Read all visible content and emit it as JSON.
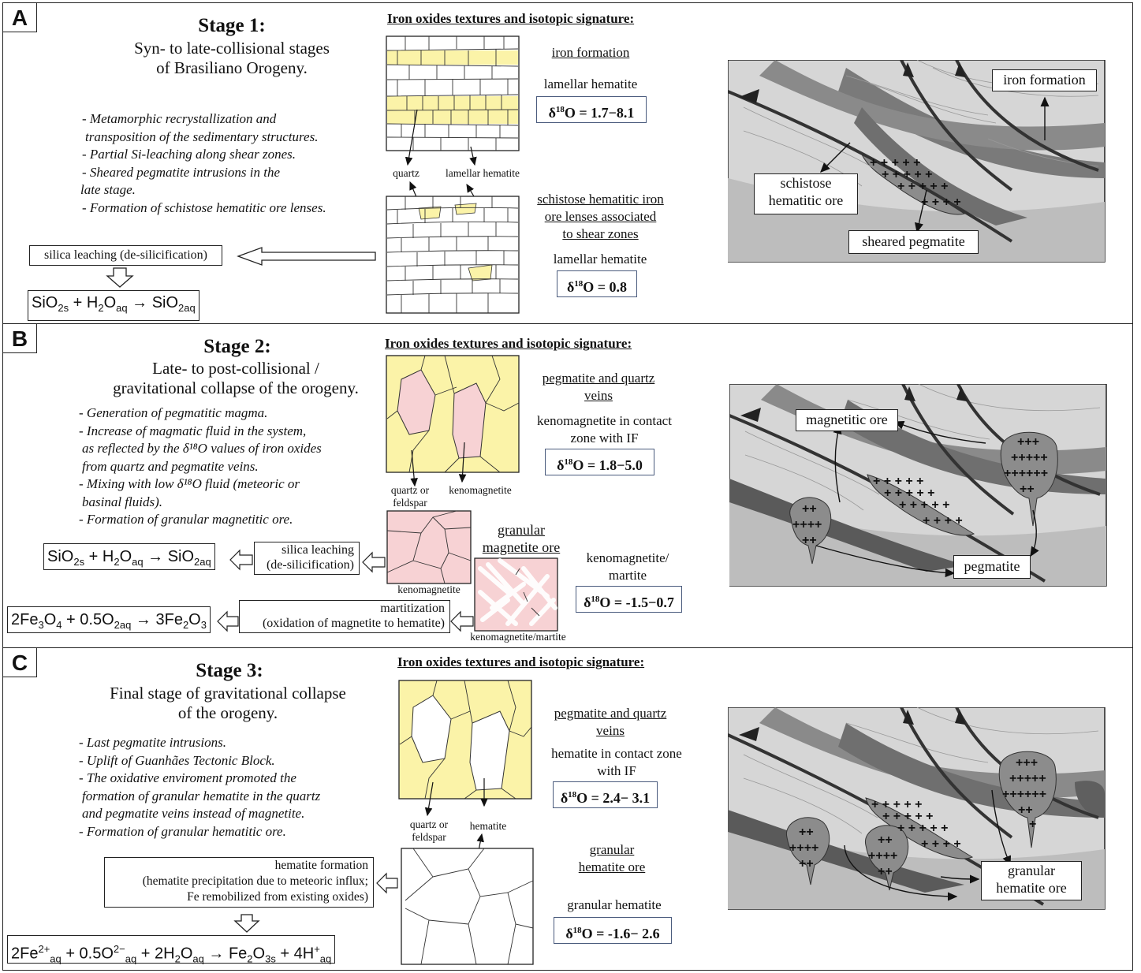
{
  "panelA": {
    "letter": "A",
    "title": "Stage 1:",
    "subtitle_1": "Syn- to late-collisional stages",
    "subtitle_2": "of Brasiliano Orogeny.",
    "bullets": [
      "- Metamorphic recrystallization and",
      "  transposition of the sedimentary structures.",
      "- Partial Si-leaching along shear zones.",
      "- Sheared pegmatite intrusions in the",
      "  late stage.",
      "- Formation of schistose hematitic ore lenses."
    ],
    "section_heading": "Iron oxides textures and isotopic signature:",
    "iron_formation_title": "iron formation",
    "lamellar_hematite_1": "lamellar hematite",
    "iso_1": "= 1.7−8.1",
    "label_quartz": "quartz",
    "label_lamellar_hematite": "lamellar hematite",
    "schistose_title_1": "schistose hematitic iron",
    "schistose_title_2": "ore lenses associated",
    "schistose_title_3": "to shear zones",
    "lamellar_hematite_2": "lamellar hematite",
    "iso_2": "= 0.8",
    "process_box": "silica leaching (de-silicification)",
    "geo_labels": {
      "iron_formation": "iron formation",
      "schistose_1": "schistose",
      "schistose_2": "hematitic ore",
      "sheared_pegmatite": "sheared pegmatite"
    }
  },
  "panelB": {
    "letter": "B",
    "title": "Stage 2:",
    "subtitle_1": "Late- to post-collisional /",
    "subtitle_2": "gravitational collapse of the orogeny.",
    "bullets": [
      "- Generation of pegmatitic magma.",
      "- Increase of magmatic fluid in the system,",
      "  as reflected by the δ¹⁸O values of  iron oxides",
      "  from quartz and pegmatite veins.",
      "- Mixing with low δ¹⁸O fluid (meteoric or",
      "  basinal fluids).",
      "- Formation of granular magnetitic ore."
    ],
    "section_heading": "Iron oxides textures and isotopic signature:",
    "veins_title_1": "pegmatite and quartz",
    "veins_title_2": "veins",
    "keno_contact_1": "kenomagnetite in contact",
    "keno_contact_2": "zone with IF",
    "iso_1": "= 1.8−5.0",
    "label_quartz_1": "quartz or",
    "label_quartz_2": "feldspar",
    "label_kenomagnetite": "kenomagnetite",
    "label_kenomagnetite_2": "kenomagnetite",
    "granular_title_1": "granular",
    "granular_title_2": "magnetite ore",
    "keno_martite_1": "kenomagnetite/",
    "keno_martite_2": "martite",
    "iso_2": "= -1.5−0.7",
    "label_keno_martite": "kenomagnetite/martite",
    "process_1_line1": "silica leaching",
    "process_1_line2": "(de-silicification)",
    "process_2_line1": "martitization",
    "process_2_line2": "(oxidation of magnetite to hematite)",
    "geo_labels": {
      "magnetitic_ore": "magnetitic ore",
      "pegmatite": "pegmatite"
    }
  },
  "panelC": {
    "letter": "C",
    "title": "Stage 3:",
    "subtitle_1": "Final stage of gravitational collapse",
    "subtitle_2": "of the orogeny.",
    "bullets": [
      "- Last pegmatite intrusions.",
      "- Uplift of Guanhães Tectonic Block.",
      "- The oxidative enviroment promoted the",
      "  formation of granular hematite in the quartz",
      "  and pegmatite veins instead of magnetite.",
      "- Formation of granular hematitic ore."
    ],
    "section_heading": "Iron oxides textures and isotopic signature:",
    "veins_title_1": "pegmatite and quartz",
    "veins_title_2": "veins",
    "hem_contact_1": "hematite in contact zone",
    "hem_contact_2": "with IF",
    "iso_1": "= 2.4− 3.1",
    "label_quartz_1": "quartz or",
    "label_quartz_2": "feldspar",
    "label_hematite": "hematite",
    "granular_title_1": "granular",
    "granular_title_2": "hematite ore",
    "granular_hematite": "granular hematite",
    "iso_2": "= -1.6− 2.6",
    "process_line1": "hematite formation",
    "process_line2": "(hematite precipitation due to meteoric influx;",
    "process_line3": "Fe remobilized from existing oxides)",
    "geo_labels": {
      "granular_1": "granular",
      "granular_2": "hematite ore"
    }
  },
  "colors": {
    "yellow_fill": "#fbf3a8",
    "pink_fill": "#f7d2d4",
    "light_grey": "#cfcfcf",
    "mid_grey": "#8c8c8c",
    "dark_grey": "#555555",
    "iso_border": "#4a5b7d"
  }
}
